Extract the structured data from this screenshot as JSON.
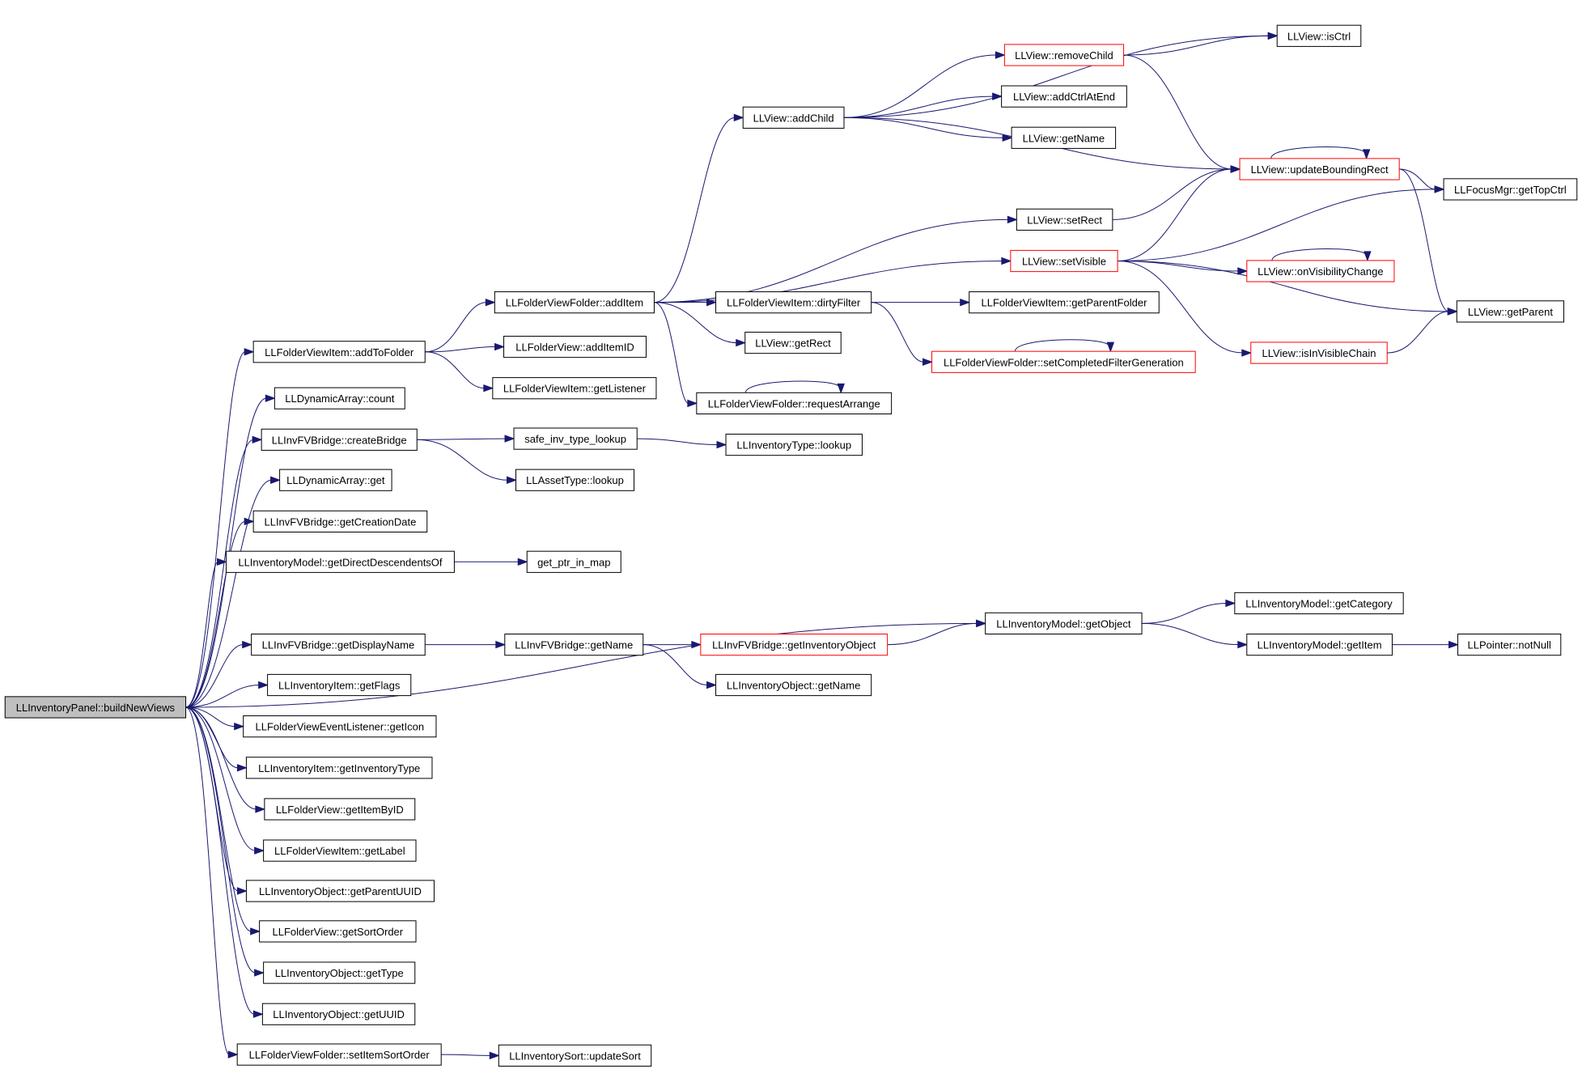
{
  "diagram": {
    "title": "",
    "nodes": [
      {
        "id": "root",
        "label": "LLInventoryPanel::buildNewViews",
        "style": "root"
      },
      {
        "id": "addToFolder",
        "label": "LLFolderViewItem::addToFolder",
        "style": "normal"
      },
      {
        "id": "daCount",
        "label": "LLDynamicArray::count",
        "style": "normal"
      },
      {
        "id": "createBridge",
        "label": "LLInvFVBridge::createBridge",
        "style": "normal"
      },
      {
        "id": "daGet",
        "label": "LLDynamicArray::get",
        "style": "normal"
      },
      {
        "id": "getCreationDate",
        "label": "LLInvFVBridge::getCreationDate",
        "style": "normal"
      },
      {
        "id": "getDirectDesc",
        "label": "LLInventoryModel::getDirectDescendentsOf",
        "style": "normal"
      },
      {
        "id": "getDisplayName",
        "label": "LLInvFVBridge::getDisplayName",
        "style": "normal"
      },
      {
        "id": "getFlags",
        "label": "LLInventoryItem::getFlags",
        "style": "normal"
      },
      {
        "id": "getIcon",
        "label": "LLFolderViewEventListener::getIcon",
        "style": "normal"
      },
      {
        "id": "getInventoryType",
        "label": "LLInventoryItem::getInventoryType",
        "style": "normal"
      },
      {
        "id": "getItemByID",
        "label": "LLFolderView::getItemByID",
        "style": "normal"
      },
      {
        "id": "getLabel",
        "label": "LLFolderViewItem::getLabel",
        "style": "normal"
      },
      {
        "id": "getParentUUID",
        "label": "LLInventoryObject::getParentUUID",
        "style": "normal"
      },
      {
        "id": "getSortOrder",
        "label": "LLFolderView::getSortOrder",
        "style": "normal"
      },
      {
        "id": "getType",
        "label": "LLInventoryObject::getType",
        "style": "normal"
      },
      {
        "id": "getUUID",
        "label": "LLInventoryObject::getUUID",
        "style": "normal"
      },
      {
        "id": "setItemSortOrder",
        "label": "LLFolderViewFolder::setItemSortOrder",
        "style": "normal"
      },
      {
        "id": "addItem",
        "label": "LLFolderViewFolder::addItem",
        "style": "normal"
      },
      {
        "id": "addItemID",
        "label": "LLFolderView::addItemID",
        "style": "normal"
      },
      {
        "id": "getListener",
        "label": "LLFolderViewItem::getListener",
        "style": "normal"
      },
      {
        "id": "safeLookup",
        "label": "safe_inv_type_lookup",
        "style": "normal"
      },
      {
        "id": "assetLookup",
        "label": "LLAssetType::lookup",
        "style": "normal"
      },
      {
        "id": "getPtrInMap",
        "label": "get_ptr_in_map",
        "style": "normal"
      },
      {
        "id": "fvbGetName",
        "label": "LLInvFVBridge::getName",
        "style": "normal"
      },
      {
        "id": "updateSort",
        "label": "LLInventorySort::updateSort",
        "style": "normal"
      },
      {
        "id": "addChild",
        "label": "LLView::addChild",
        "style": "normal"
      },
      {
        "id": "dirtyFilter",
        "label": "LLFolderViewItem::dirtyFilter",
        "style": "normal"
      },
      {
        "id": "getRect",
        "label": "LLView::getRect",
        "style": "normal"
      },
      {
        "id": "requestArrange",
        "label": "LLFolderViewFolder::requestArrange",
        "style": "normal"
      },
      {
        "id": "invTypeLookup",
        "label": "LLInventoryType::lookup",
        "style": "normal"
      },
      {
        "id": "getInvObject",
        "label": "LLInvFVBridge::getInventoryObject",
        "style": "red"
      },
      {
        "id": "objGetName",
        "label": "LLInventoryObject::getName",
        "style": "normal"
      },
      {
        "id": "removeChild",
        "label": "LLView::removeChild",
        "style": "red"
      },
      {
        "id": "addCtrlAtEnd",
        "label": "LLView::addCtrlAtEnd",
        "style": "normal"
      },
      {
        "id": "viewGetName",
        "label": "LLView::getName",
        "style": "normal"
      },
      {
        "id": "setRect",
        "label": "LLView::setRect",
        "style": "normal"
      },
      {
        "id": "setVisible",
        "label": "LLView::setVisible",
        "style": "red"
      },
      {
        "id": "getParentFolder",
        "label": "LLFolderViewItem::getParentFolder",
        "style": "normal"
      },
      {
        "id": "setCompleted",
        "label": "LLFolderViewFolder::setCompletedFilterGeneration",
        "style": "red"
      },
      {
        "id": "getObject",
        "label": "LLInventoryModel::getObject",
        "style": "normal"
      },
      {
        "id": "isCtrl",
        "label": "LLView::isCtrl",
        "style": "normal"
      },
      {
        "id": "updateBoundingRect",
        "label": "LLView::updateBoundingRect",
        "style": "red"
      },
      {
        "id": "onVisibilityChange",
        "label": "LLView::onVisibilityChange",
        "style": "red"
      },
      {
        "id": "isInVisibleChain",
        "label": "LLView::isInVisibleChain",
        "style": "red"
      },
      {
        "id": "getCategory",
        "label": "LLInventoryModel::getCategory",
        "style": "normal"
      },
      {
        "id": "modelGetItem",
        "label": "LLInventoryModel::getItem",
        "style": "normal"
      },
      {
        "id": "getTopCtrl",
        "label": "LLFocusMgr::getTopCtrl",
        "style": "normal"
      },
      {
        "id": "viewGetParent",
        "label": "LLView::getParent",
        "style": "normal"
      },
      {
        "id": "notNull",
        "label": "LLPointer::notNull",
        "style": "normal"
      }
    ],
    "edges": [
      [
        "root",
        "addToFolder"
      ],
      [
        "root",
        "daCount"
      ],
      [
        "root",
        "createBridge"
      ],
      [
        "root",
        "daGet"
      ],
      [
        "root",
        "getCreationDate"
      ],
      [
        "root",
        "getDirectDesc"
      ],
      [
        "root",
        "getObject"
      ],
      [
        "root",
        "getDisplayName"
      ],
      [
        "root",
        "getFlags"
      ],
      [
        "root",
        "getIcon"
      ],
      [
        "root",
        "getInventoryType"
      ],
      [
        "root",
        "getItemByID"
      ],
      [
        "root",
        "getLabel"
      ],
      [
        "root",
        "getParentUUID"
      ],
      [
        "root",
        "getSortOrder"
      ],
      [
        "root",
        "getType"
      ],
      [
        "root",
        "getUUID"
      ],
      [
        "root",
        "setItemSortOrder"
      ],
      [
        "addToFolder",
        "addItem"
      ],
      [
        "addToFolder",
        "addItemID"
      ],
      [
        "addToFolder",
        "getListener"
      ],
      [
        "createBridge",
        "safeLookup"
      ],
      [
        "createBridge",
        "assetLookup"
      ],
      [
        "getDirectDesc",
        "getPtrInMap"
      ],
      [
        "getDisplayName",
        "fvbGetName"
      ],
      [
        "setItemSortOrder",
        "updateSort"
      ],
      [
        "addItem",
        "addChild"
      ],
      [
        "addItem",
        "setRect"
      ],
      [
        "addItem",
        "setVisible"
      ],
      [
        "addItem",
        "dirtyFilter"
      ],
      [
        "addItem",
        "getRect"
      ],
      [
        "addItem",
        "requestArrange"
      ],
      [
        "safeLookup",
        "invTypeLookup"
      ],
      [
        "fvbGetName",
        "getInvObject"
      ],
      [
        "fvbGetName",
        "objGetName"
      ],
      [
        "addChild",
        "isCtrl"
      ],
      [
        "addChild",
        "removeChild"
      ],
      [
        "addChild",
        "addCtrlAtEnd"
      ],
      [
        "addChild",
        "viewGetName"
      ],
      [
        "addChild",
        "updateBoundingRect"
      ],
      [
        "dirtyFilter",
        "getParentFolder"
      ],
      [
        "dirtyFilter",
        "setCompleted"
      ],
      [
        "requestArrange",
        "requestArrange"
      ],
      [
        "getInvObject",
        "getObject"
      ],
      [
        "removeChild",
        "isCtrl"
      ],
      [
        "removeChild",
        "updateBoundingRect"
      ],
      [
        "setRect",
        "updateBoundingRect"
      ],
      [
        "setVisible",
        "updateBoundingRect"
      ],
      [
        "setVisible",
        "getTopCtrl"
      ],
      [
        "setVisible",
        "onVisibilityChange"
      ],
      [
        "setVisible",
        "viewGetParent"
      ],
      [
        "setVisible",
        "isInVisibleChain"
      ],
      [
        "setCompleted",
        "setCompleted"
      ],
      [
        "getObject",
        "getCategory"
      ],
      [
        "getObject",
        "modelGetItem"
      ],
      [
        "updateBoundingRect",
        "updateBoundingRect"
      ],
      [
        "updateBoundingRect",
        "getTopCtrl"
      ],
      [
        "updateBoundingRect",
        "viewGetParent"
      ],
      [
        "onVisibilityChange",
        "onVisibilityChange"
      ],
      [
        "isInVisibleChain",
        "viewGetParent"
      ],
      [
        "modelGetItem",
        "notNull"
      ]
    ]
  }
}
